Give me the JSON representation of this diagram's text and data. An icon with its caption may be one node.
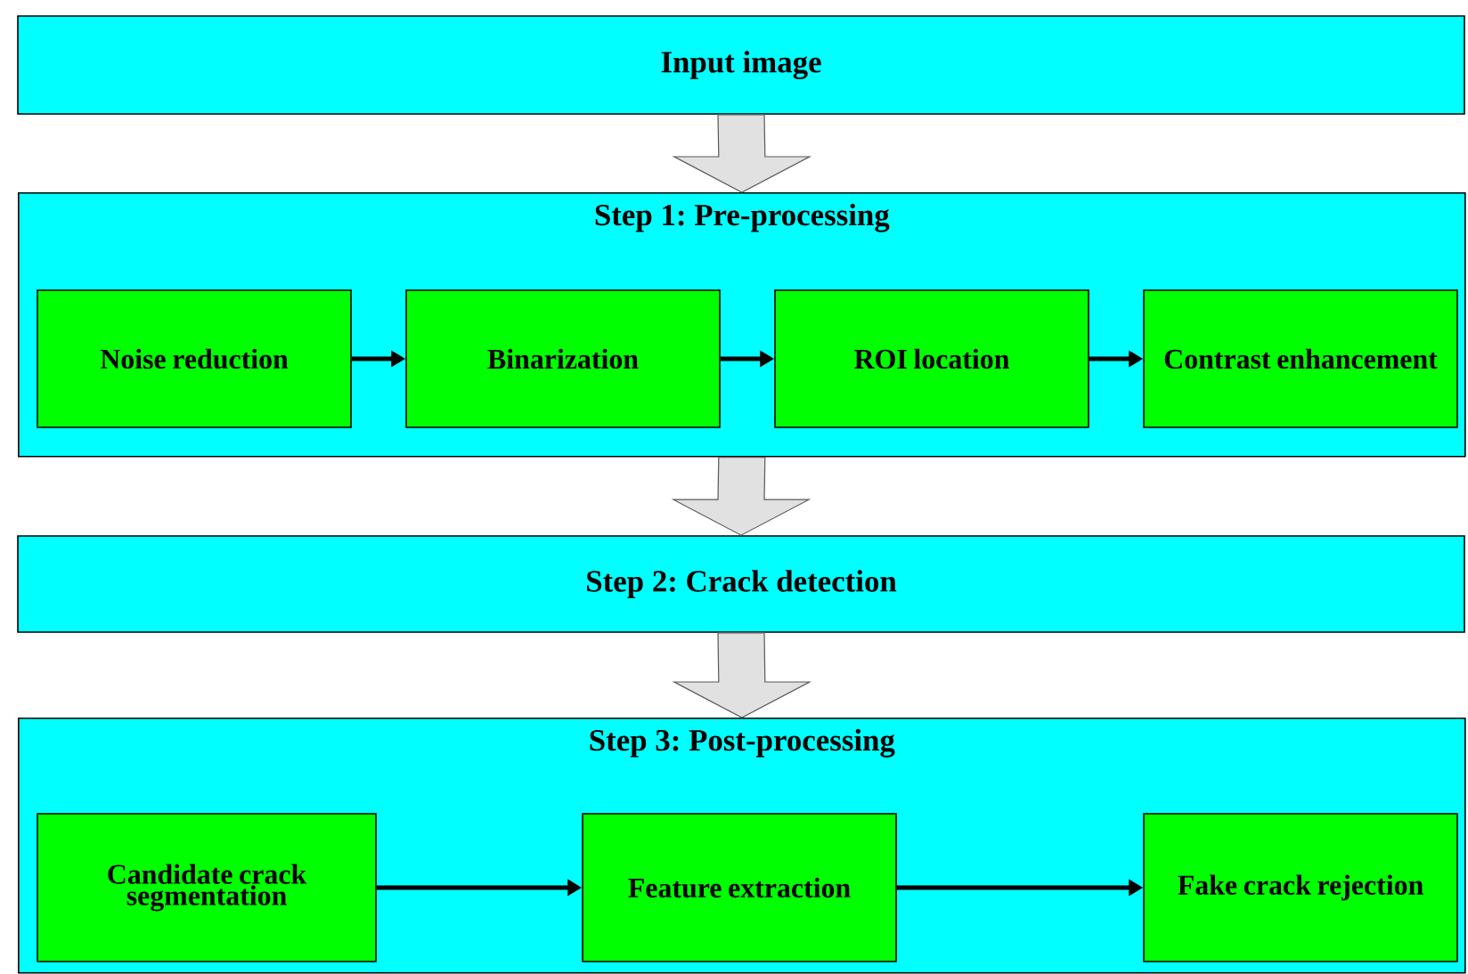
{
  "diagram": {
    "nodes": [
      {
        "text": [
          "Input image"
        ]
      },
      {
        "text": [
          "Step 1: Pre-processing"
        ]
      },
      {
        "text": [
          "Noise reduction"
        ],
        "in": 1
      },
      {
        "text": [
          "Binarization"
        ],
        "in": 1
      },
      {
        "text": [
          "ROI location"
        ],
        "in": 1
      },
      {
        "text": [
          "Contrast enhancement"
        ],
        "in": 1
      },
      {
        "text": [
          "Step 2: Crack detection"
        ]
      },
      {
        "text": [
          "Step 3: Post-processing"
        ]
      },
      {
        "text": [
          "Candidate crack segmentation"
        ],
        "in": 7
      },
      {
        "text": [
          "Feature extraction"
        ],
        "in": 7
      },
      {
        "text": [
          "Fake crack rejection"
        ],
        "in": 7
      }
    ],
    "edges": [
      {
        "from": 0,
        "to": 1,
        "arrow": "to"
      },
      {
        "from": 2,
        "to": 3,
        "arrow": "to"
      },
      {
        "from": 3,
        "to": 4,
        "arrow": "to"
      },
      {
        "from": 4,
        "to": 5,
        "arrow": "to"
      },
      {
        "from": 1,
        "to": 6,
        "arrow": "to"
      },
      {
        "from": 6,
        "to": 7,
        "arrow": "to"
      },
      {
        "from": 8,
        "to": 9,
        "arrow": "to"
      },
      {
        "from": 9,
        "to": 10,
        "arrow": "to"
      }
    ]
  }
}
